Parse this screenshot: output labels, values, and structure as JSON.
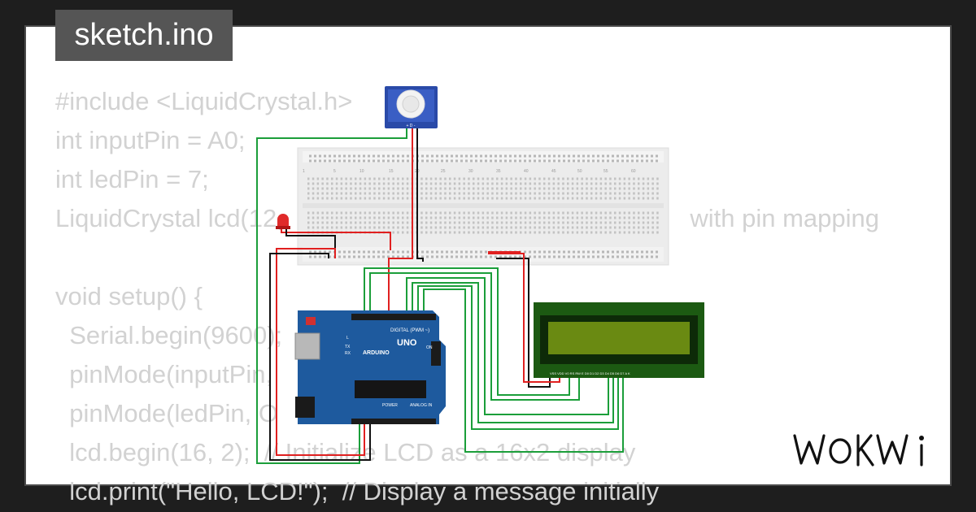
{
  "sketch_title": "sketch.ino",
  "code_lines": [
    "#include <LiquidCrystal.h>",
    "int inputPin = A0;",
    "int ledPin = 7;",
    "LiquidCrystal lcd(12,                                                          with pin mapping",
    "",
    "void setup() {",
    "  Serial.begin(9600);",
    "  pinMode(inputPin,",
    "  pinMode(ledPin, O",
    "  lcd.begin(16, 2);  // Initialize LCD as a 16x2 display",
    "  lcd.print(\"Hello, LCD!\");  // Display a message initially"
  ],
  "arduino": {
    "brand": "ARDUINO",
    "model": "UNO",
    "digital_label": "DIGITAL (PWM ~)",
    "power_label": "POWER",
    "analog_label": "ANALOG IN",
    "on_label": "ON",
    "tx_label": "TX",
    "rx_label": "RX",
    "l_label": "L"
  },
  "pir_sensor": {
    "pin_label": "+ D -"
  },
  "lcd": {
    "pin_labels": "VSS VDD V0 RS RW E D0 D1 D2 D3 D4 D5 D6 D7 A K"
  },
  "breadboard": {
    "col_numbers": [
      "1",
      "5",
      "10",
      "15",
      "20",
      "25",
      "30",
      "35",
      "40",
      "45",
      "50",
      "55",
      "60"
    ]
  },
  "logo_text": "WOKWi",
  "colors": {
    "background": "#1e1e1e",
    "card": "#ffffff",
    "code_text": "#d2d2d2",
    "title_bg": "#555555",
    "board_blue": "#1e5a9e",
    "lcd_green": "#6a8a12",
    "wire_green": "#1b9e3a",
    "wire_red": "#e02020",
    "wire_black": "#111111"
  }
}
